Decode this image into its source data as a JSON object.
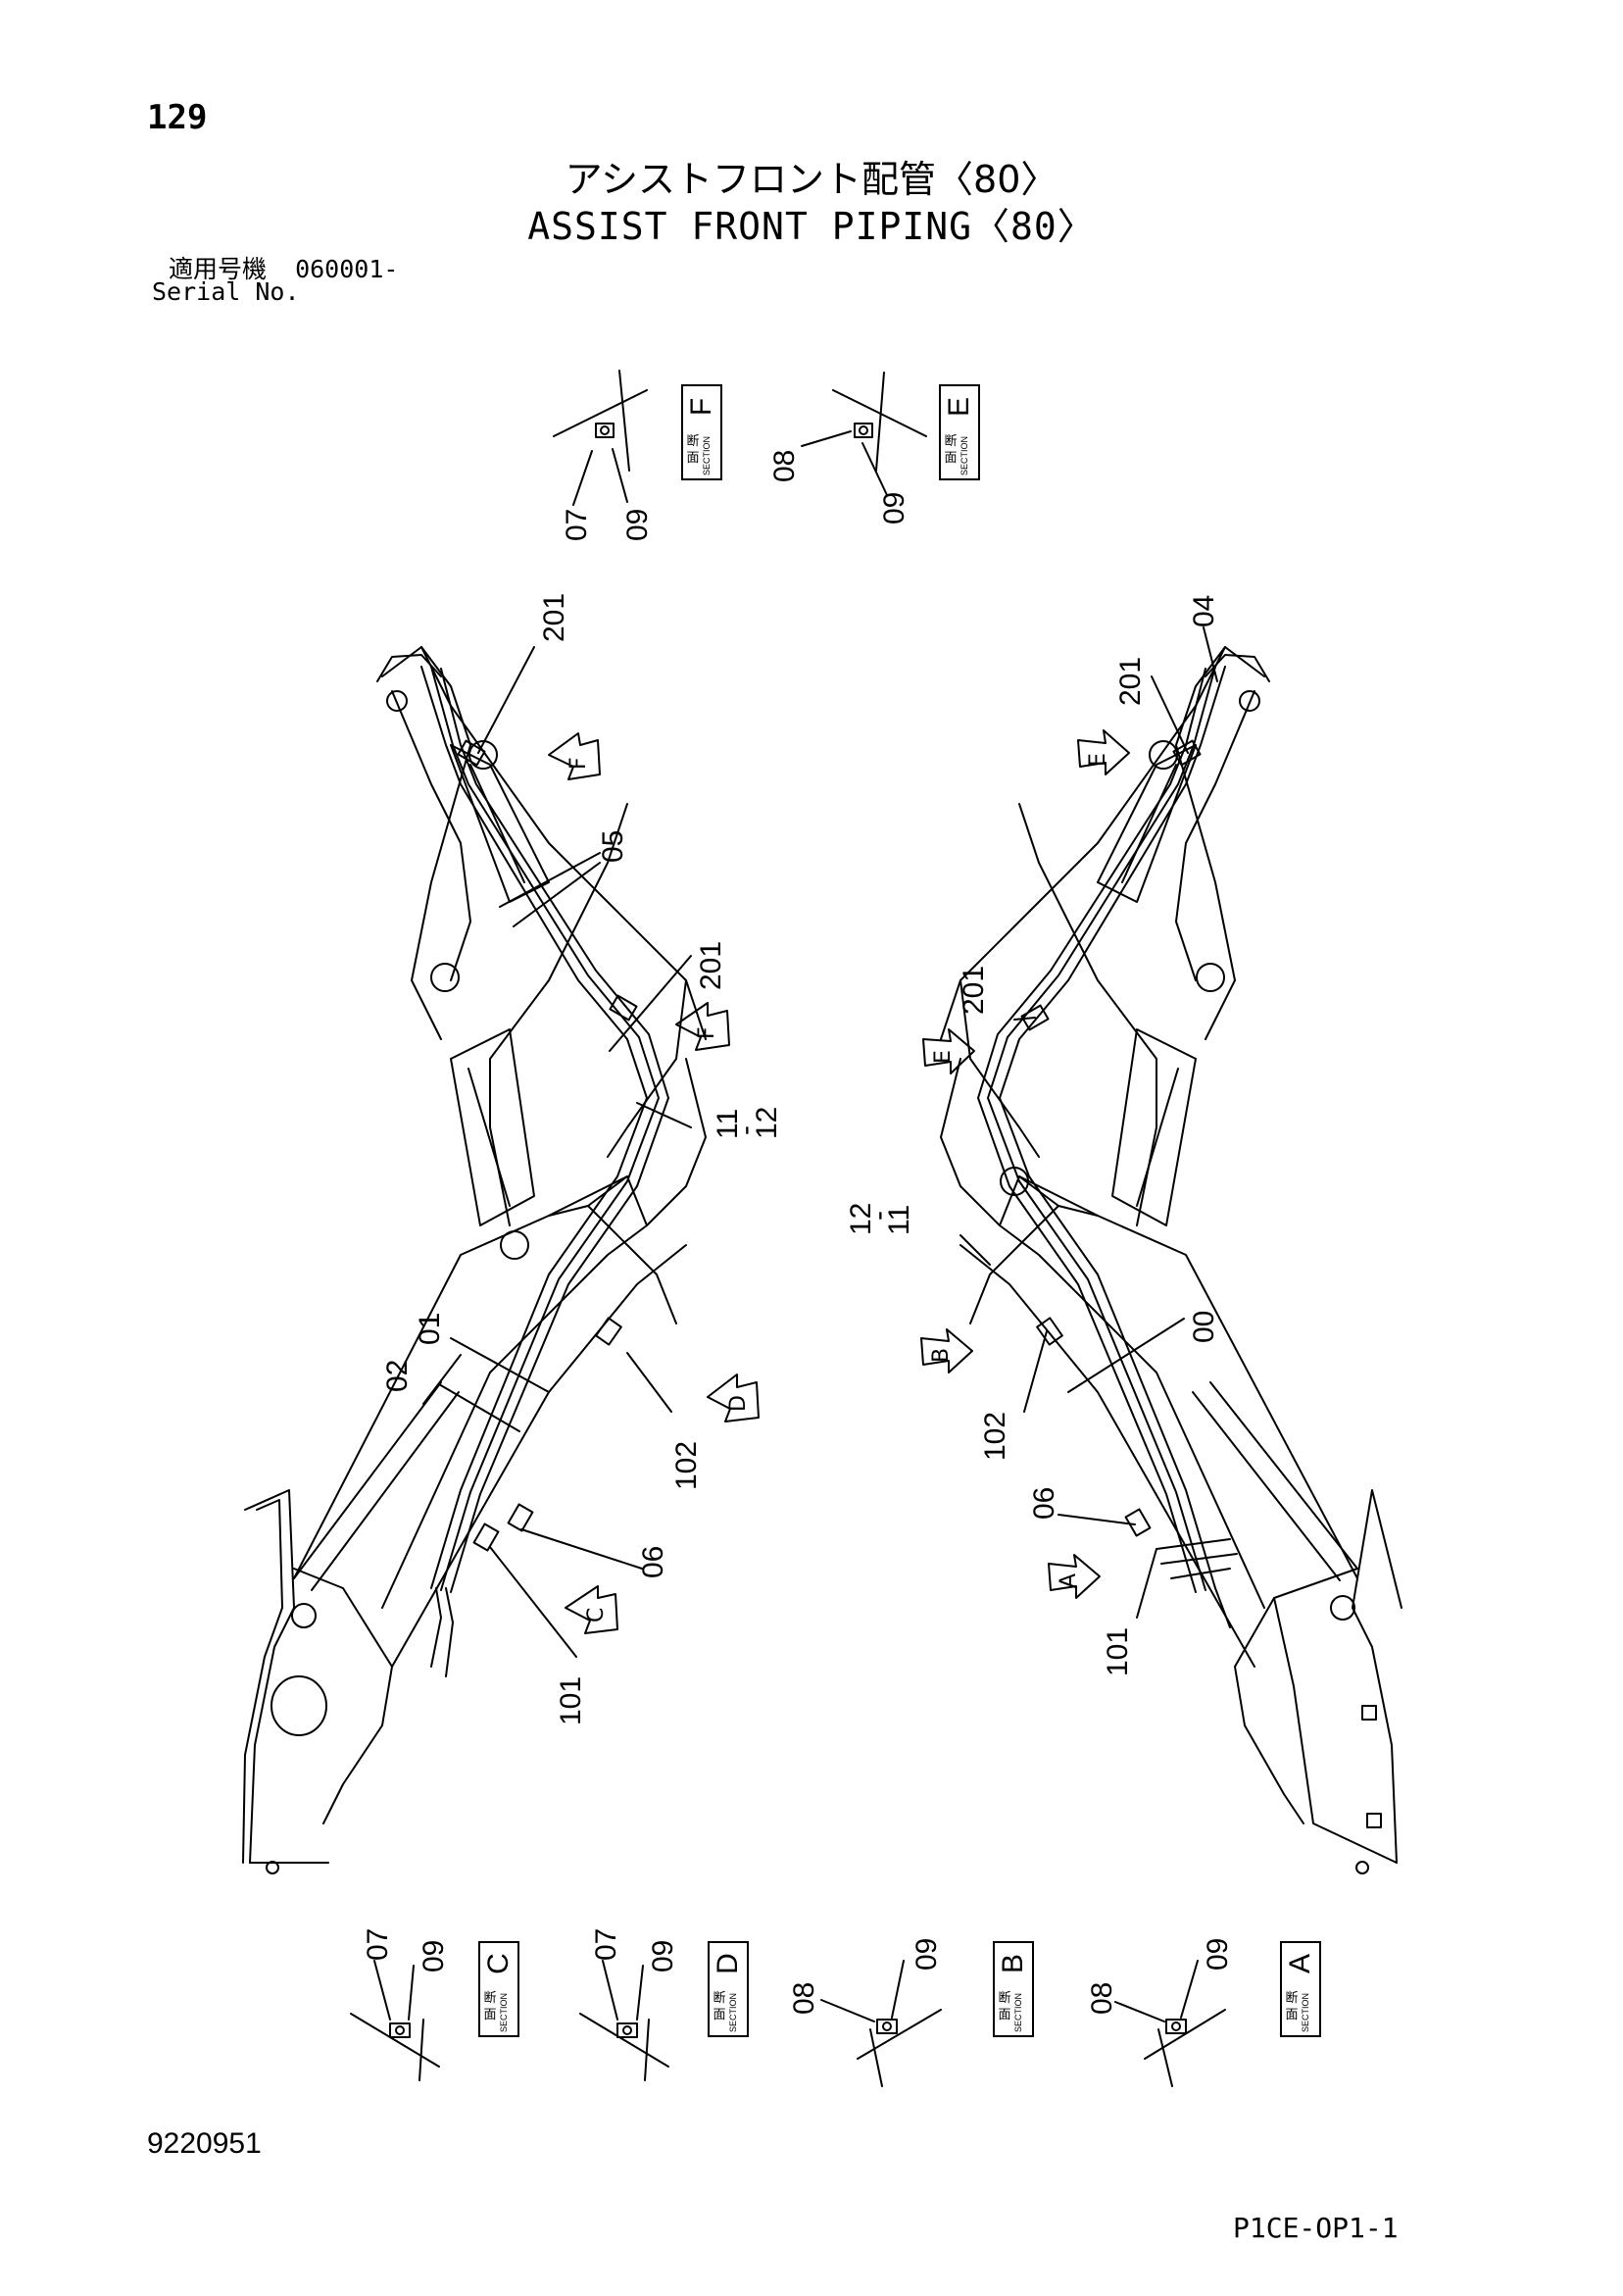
{
  "header": {
    "page_number": "129",
    "title_jp": "アシストフロント配管〈80〉",
    "title_en": "ASSIST FRONT PIPING〈80〉",
    "serial_label_jp": "適用号機",
    "serial_value": "060001-",
    "serial_label_en": "Serial No."
  },
  "footer": {
    "doc_number": "9220951",
    "page_code": "P1CE-OP1-1"
  },
  "section": {
    "label_jp": "断面",
    "label_en": "SECTION"
  },
  "section_views": [
    {
      "letter": "F",
      "parts": [
        "07",
        "09"
      ]
    },
    {
      "letter": "E",
      "parts": [
        "08",
        "09"
      ]
    },
    {
      "letter": "C",
      "parts": [
        "07",
        "09"
      ]
    },
    {
      "letter": "D",
      "parts": [
        "07",
        "09"
      ]
    },
    {
      "letter": "B",
      "parts": [
        "08",
        "09"
      ]
    },
    {
      "letter": "A",
      "parts": [
        "08",
        "09"
      ]
    }
  ],
  "left_view_callouts": [
    "201",
    "05",
    "201",
    "11",
    "-",
    "12",
    "01",
    "02",
    "102",
    "06",
    "101"
  ],
  "right_view_callouts": [
    "04",
    "201",
    "201",
    "12",
    "-",
    "11",
    "00",
    "102",
    "06",
    "101"
  ],
  "section_markers_left": [
    "F",
    "F",
    "D",
    "C"
  ],
  "section_markers_right": [
    "E",
    "E",
    "B",
    "A"
  ]
}
